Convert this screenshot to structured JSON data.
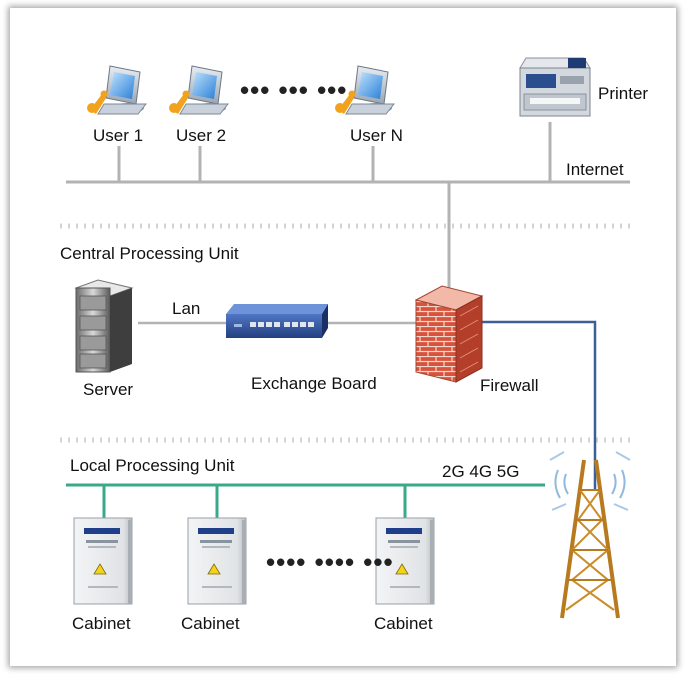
{
  "sections": {
    "central_label": "Central Processing Unit",
    "local_label": "Local Processing Unit"
  },
  "users": [
    {
      "label": "User 1"
    },
    {
      "label": "User 2"
    },
    {
      "label": "User N"
    }
  ],
  "ellipsis": "••• ••• •••",
  "ellipsis_cabinets": "•••• •••• •••",
  "printer": {
    "label": "Printer"
  },
  "internet": {
    "label": "Internet"
  },
  "server": {
    "label": "Server"
  },
  "lan": {
    "label": "Lan"
  },
  "exchange_board": {
    "label": "Exchange Board"
  },
  "firewall": {
    "label": "Firewall"
  },
  "network": {
    "label": "2G 4G 5G"
  },
  "cabinets": [
    {
      "label": "Cabinet"
    },
    {
      "label": "Cabinet"
    },
    {
      "label": "Cabinet"
    }
  ],
  "colors": {
    "bus_gray": "#b3b3b3",
    "bus_green": "#3aa98a",
    "link_blue": "#3d5f97",
    "divider": "#cfd6cf"
  }
}
